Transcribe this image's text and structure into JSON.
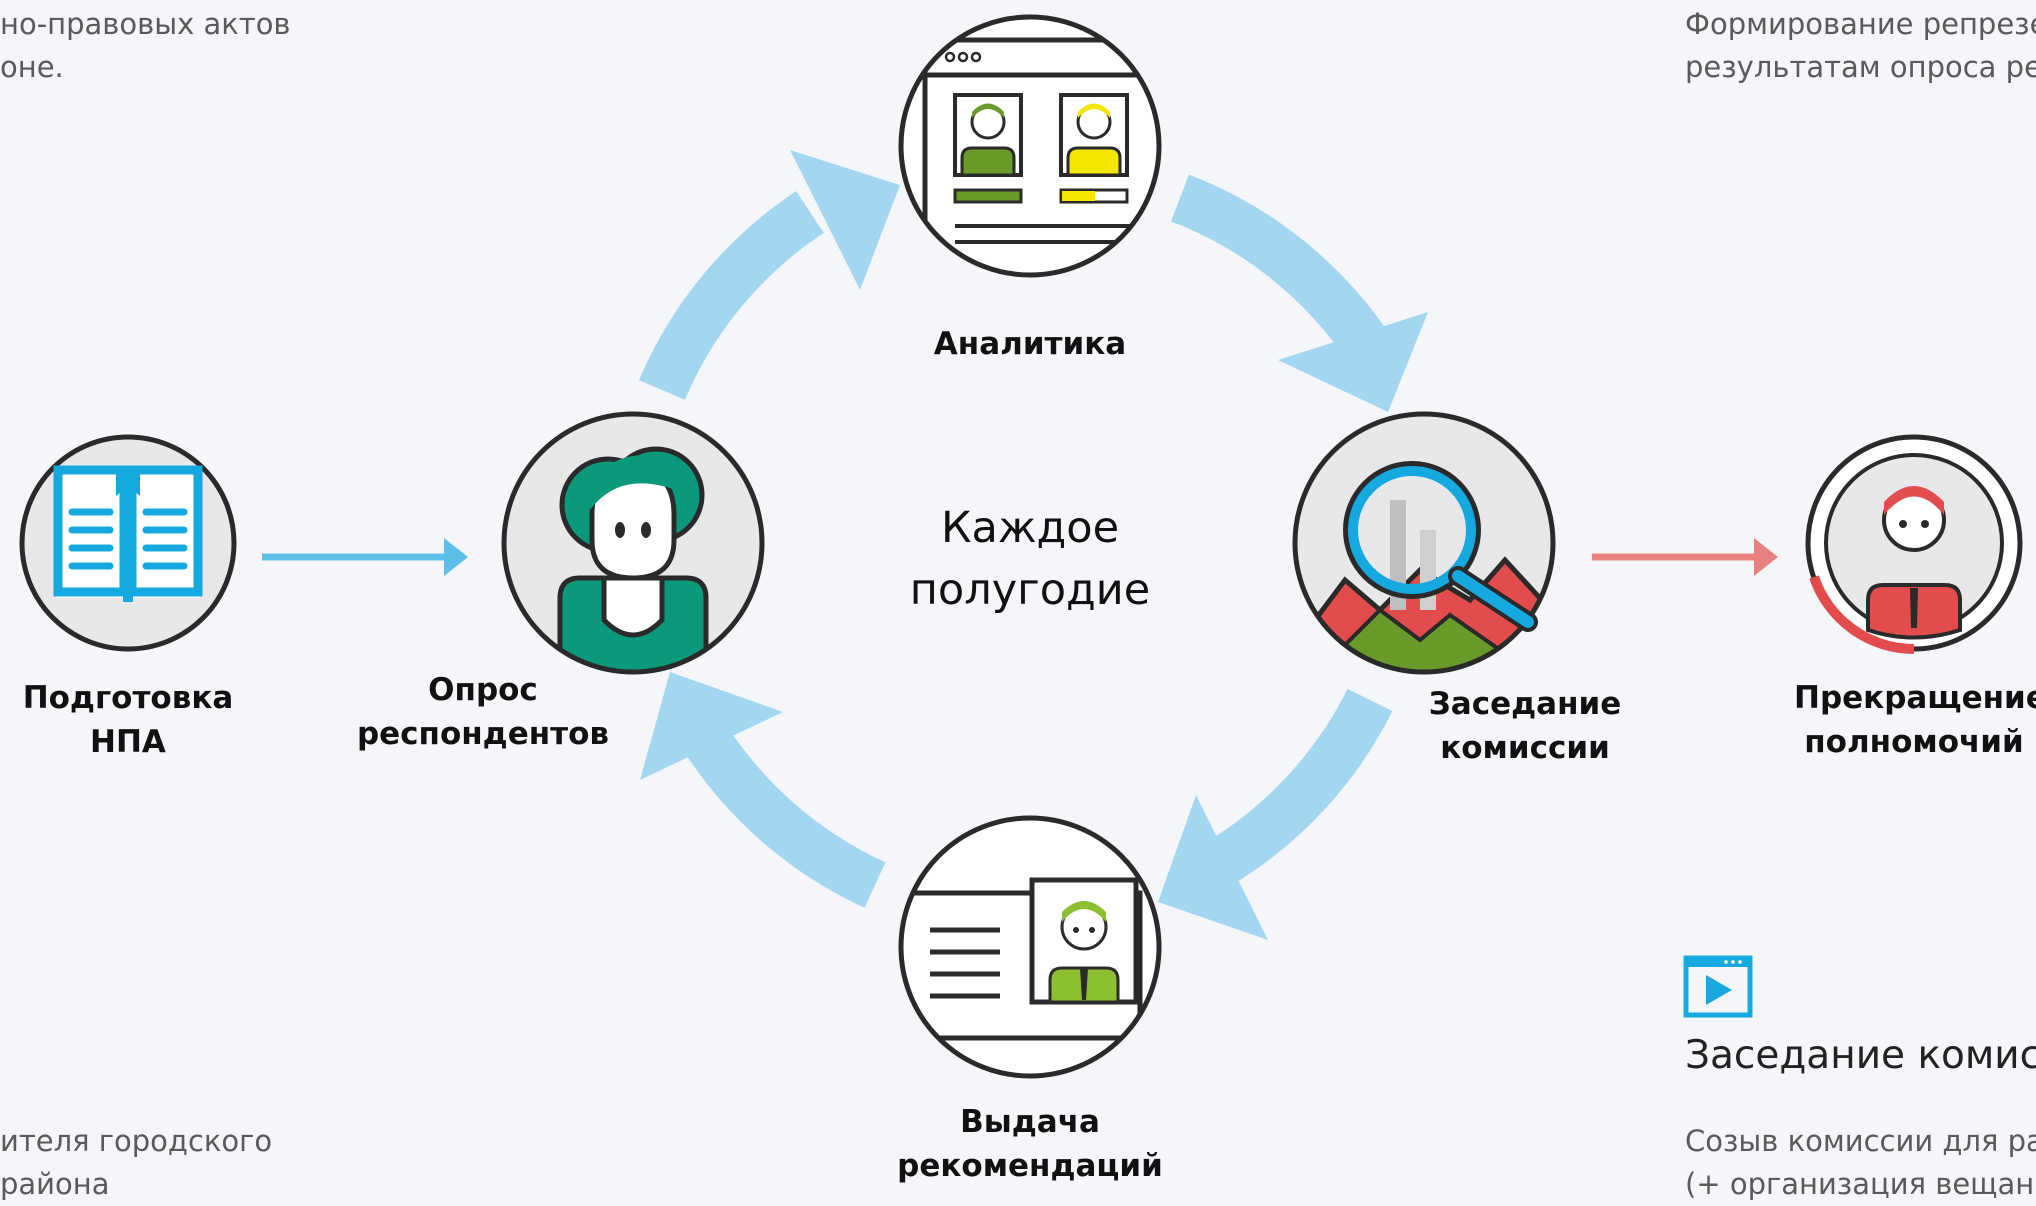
{
  "side_texts": {
    "top_left_line1": "но-правовых актов",
    "top_left_line2": "оне.",
    "top_right_line1": "Формирование репрезе",
    "top_right_line2": "результатам опроса рес",
    "bottom_left_line1": "ителя городского",
    "bottom_left_line2": "района",
    "bottom_right_line1": "Созыв комиссии для рас",
    "bottom_right_line2": "(+ организация вещани"
  },
  "cycle_center": {
    "line1": "Каждое",
    "line2": "полугодие"
  },
  "stages": {
    "npa": {
      "line1": "Подготовка",
      "line2": "НПА"
    },
    "survey": {
      "line1": "Опрос",
      "line2": "респондентов"
    },
    "analytics": {
      "line1": "Аналитика"
    },
    "commission": {
      "line1": "Заседание",
      "line2": "комиссии"
    },
    "recommendations": {
      "line1": "Выдача",
      "line2": "рекомендаций"
    },
    "termination": {
      "line1": "Прекращение",
      "line2": "полномочий"
    }
  },
  "panel": {
    "title": "Заседание комисс"
  },
  "colors": {
    "background": "#f4f6f9",
    "cycle_arrow": "#a3d6f0",
    "blue_arrow": "#5bbfe8",
    "red_arrow": "#e88080",
    "teal": "#0a9a7b",
    "green": "#6a9a2a",
    "yellow": "#f5e600",
    "red": "#e24c4c",
    "icon_blue": "#16a9e0",
    "outline": "#2a2a2a"
  },
  "icons": [
    "book-icon",
    "woman-avatar-icon",
    "analytics-window-icon",
    "magnifier-chart-icon",
    "profile-card-icon",
    "man-termination-icon",
    "video-play-icon"
  ]
}
